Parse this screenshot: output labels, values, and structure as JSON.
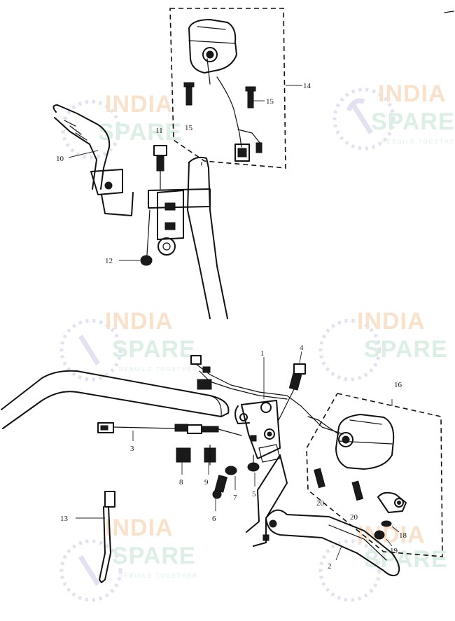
{
  "watermark": {
    "line1": "INDIA",
    "line2": "SPARE",
    "tagline": "REBUILD TOGETHER",
    "color_primary": "#f6c9a0",
    "color_secondary": "#bfe3cf",
    "icon_color": "#c9c9e8"
  },
  "part_numbers": {
    "p1": "1",
    "p2": "2",
    "p3": "3",
    "p4": "4",
    "p5": "5",
    "p6": "6",
    "p7": "7",
    "p8": "8",
    "p9": "9",
    "p10": "10",
    "p11": "11",
    "p12": "12",
    "p13": "13",
    "p14": "14",
    "p15a": "15",
    "p15b": "15",
    "p16": "16",
    "p18": "18",
    "p19": "19",
    "p20a": "20",
    "p20b": "20"
  },
  "colors": {
    "ink": "#111111",
    "paper": "#ffffff"
  }
}
